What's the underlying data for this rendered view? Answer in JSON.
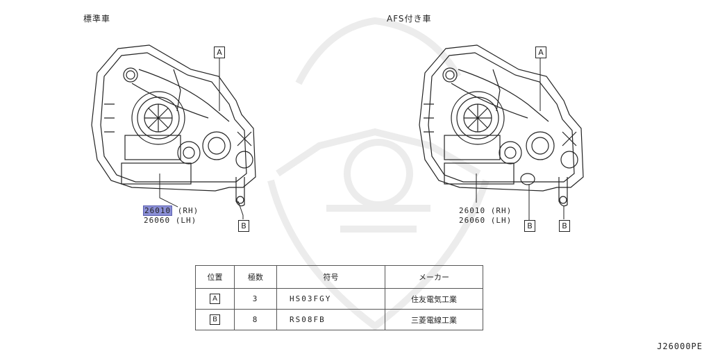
{
  "titles": {
    "left": "標準車",
    "right": "AFS付き車"
  },
  "callouts": {
    "a": "A",
    "b": "B"
  },
  "parts": {
    "rh": "26010 (RH)",
    "rh_code": "26010",
    "rh_suffix": "(RH)",
    "lh": "26060 (LH)"
  },
  "table": {
    "headers": [
      "位置",
      "極数",
      "符号",
      "メーカー"
    ],
    "rows": [
      {
        "position": "A",
        "poles": "3",
        "code": "HS03FGY",
        "maker": "住友電気工業"
      },
      {
        "position": "B",
        "poles": "8",
        "code": "RS08FB",
        "maker": "三菱電線工業"
      }
    ]
  },
  "reference": "J26000PE"
}
